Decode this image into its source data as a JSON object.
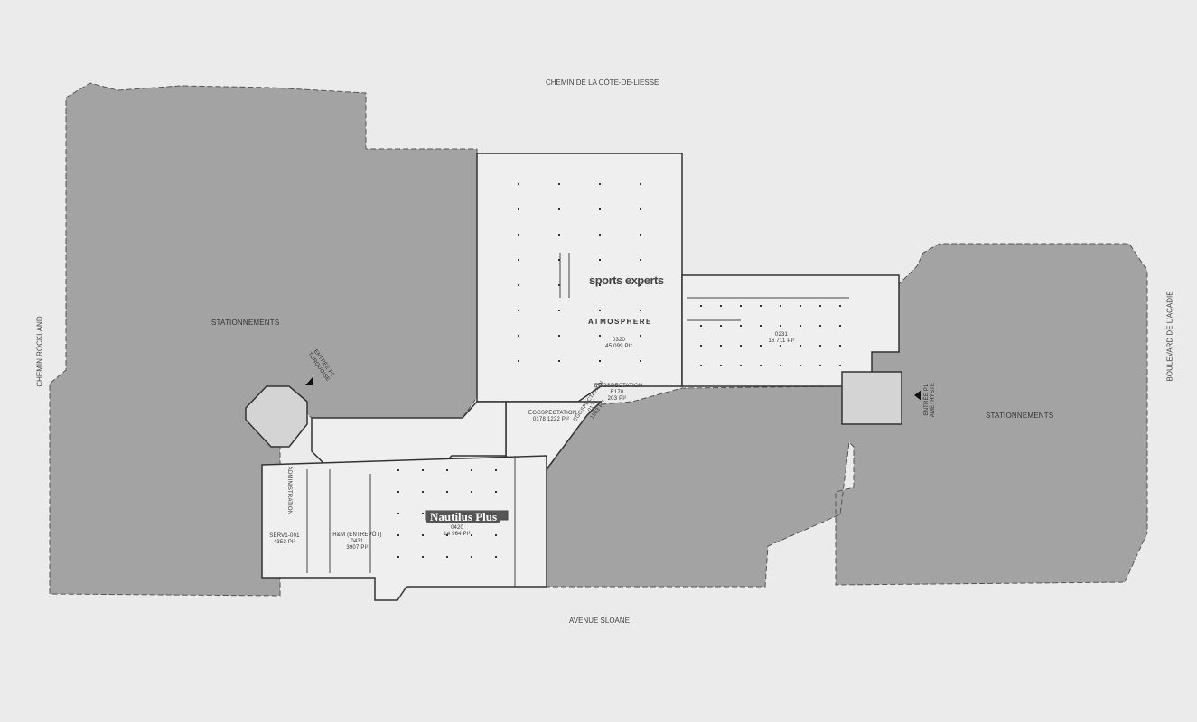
{
  "streets": {
    "north": "CHEMIN DE LA CÔTE-DE-LIESSE",
    "south": "AVENUE SLOANE",
    "west": "CHEMIN ROCKLAND",
    "east": "BOULEVARD DE L'ACADIE"
  },
  "parking": {
    "west": "STATIONNEMENTS",
    "east": "STATIONNEMENTS"
  },
  "entrances": {
    "p2": "ENTRÉE P2 TURQUOISE",
    "p1": "ENTRÉE P1 AMÉTHYSTE"
  },
  "units": [
    {
      "brand": "sports experts",
      "brand2": "ATMOSPHERE",
      "unit": "0320",
      "area": "45 099 PI²"
    },
    {
      "unit": "0231",
      "area": "16 711 PI²"
    },
    {
      "name": "EGGSPECTATION",
      "unit": "E170",
      "area": "203 PI²"
    },
    {
      "name": "EGGSPECTATION",
      "unit": "0178",
      "area": "1222 PI²"
    },
    {
      "name": "EGGSPECTATION",
      "unit": "0174",
      "area": "1863 PI²"
    },
    {
      "brand": "Nautilus Plus",
      "unit": "0420",
      "area": "14 964 PI²"
    },
    {
      "name": "H&M (ENTREPÔT)",
      "unit": "0431",
      "area": "3907 PI²"
    },
    {
      "name": "SERV1-001",
      "area": "4353 PI²"
    },
    {
      "name": "ADMINISTRATION"
    }
  ],
  "colors": {
    "parking": "#a3a3a3",
    "building": "#efefef",
    "background": "#ebebeb",
    "wall": "#333333",
    "common": "#d4d4d4"
  }
}
